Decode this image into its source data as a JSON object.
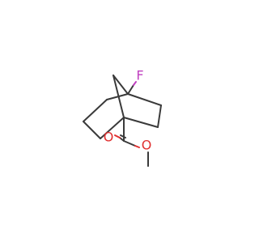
{
  "molecule": {
    "atoms": {
      "fluorine": {
        "symbol": "F",
        "color": "#c040c0"
      },
      "carbonyl_oxygen": {
        "symbol": "O",
        "color": "#e03030"
      },
      "ester_oxygen": {
        "symbol": "O",
        "color": "#e03030"
      }
    },
    "bond_color": "#3a3a3a"
  }
}
